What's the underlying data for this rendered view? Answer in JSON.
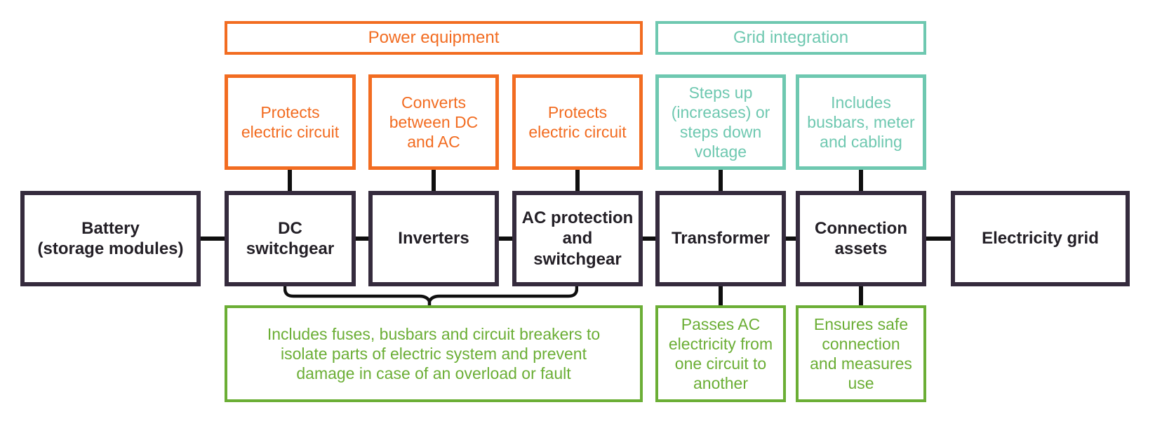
{
  "title": "Battery storage system components diagram",
  "colors": {
    "orange": "#F26C21",
    "teal": "#6EC8B0",
    "green": "#6BAE35",
    "dark": "#352B3D",
    "connector": "#0F0F0F",
    "text_dark": "#231F26",
    "background": "#FFFFFF"
  },
  "headers": {
    "power_equipment": "Power equipment",
    "grid_integration": "Grid integration"
  },
  "top_descriptions": [
    {
      "group": "power-equipment",
      "text": "Protects\nelectric circuit"
    },
    {
      "group": "power-equipment",
      "text": "Converts\nbetween DC\nand AC"
    },
    {
      "group": "power-equipment",
      "text": "Protects\nelectric circuit"
    },
    {
      "group": "grid-integration",
      "text": "Steps up\n(increases) or\nsteps down\nvoltage"
    },
    {
      "group": "grid-integration",
      "text": "Includes\nbusbars, meter\nand cabling"
    }
  ],
  "chain": [
    {
      "label": "Battery\n(storage modules)"
    },
    {
      "label": "DC\nswitchgear"
    },
    {
      "label": "Inverters"
    },
    {
      "label": "AC protection\nand\nswitchgear"
    },
    {
      "label": "Transformer"
    },
    {
      "label": "Connection\nassets"
    },
    {
      "label": "Electricity grid"
    }
  ],
  "bottom_notes": [
    {
      "applies_to": "DC switchgear, Inverters, AC protection and switchgear",
      "text": "Includes fuses, busbars and circuit breakers to\nisolate parts of electric system and prevent\ndamage in case of an overload or fault"
    },
    {
      "applies_to": "Transformer",
      "text": "Passes AC\nelectricity from\none circuit to\nanother"
    },
    {
      "applies_to": "Connection assets",
      "text": "Ensures safe\nconnection\nand measures\nuse"
    }
  ]
}
